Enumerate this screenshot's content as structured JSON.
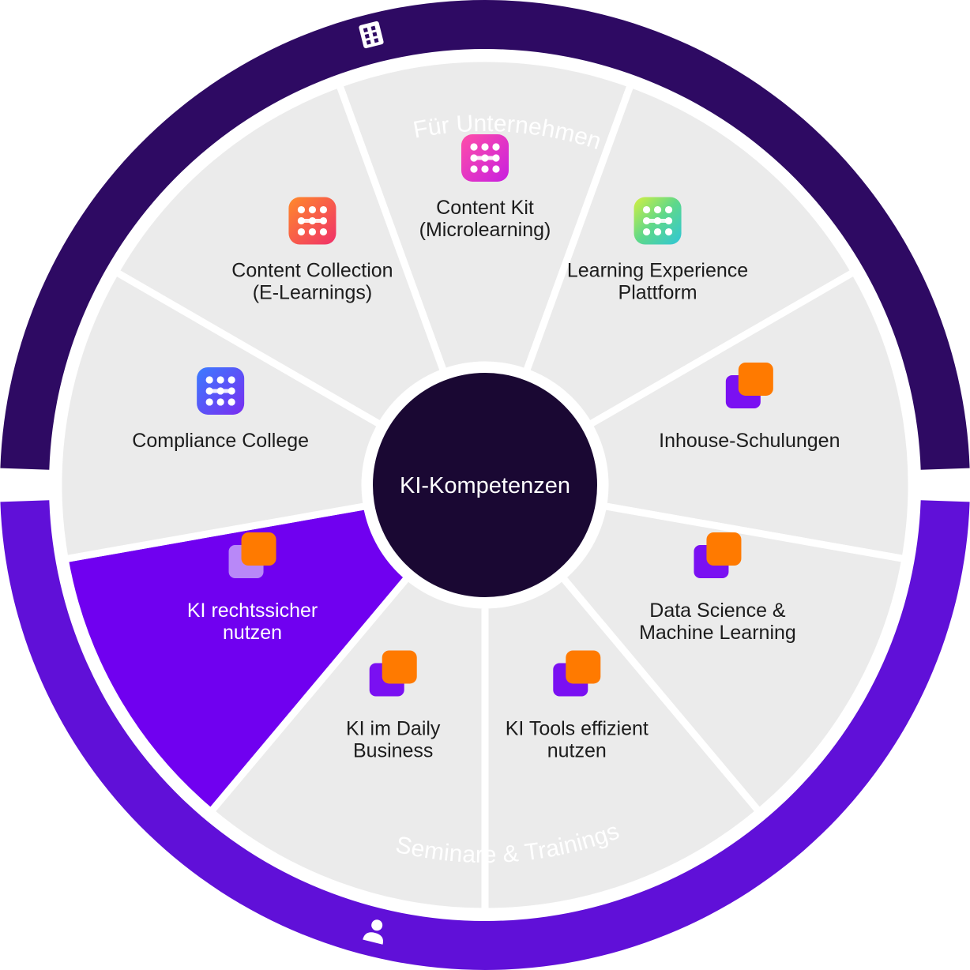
{
  "center": {
    "label": "KI-Kompetenzen",
    "color": "#1a0833"
  },
  "outer_ring": {
    "top": {
      "label": "Für Unternehmen",
      "icon": "building-icon",
      "color": "#2e0a63"
    },
    "bottom": {
      "label": "Seminare & Trainings",
      "icon": "person-icon",
      "color": "#6010d8"
    }
  },
  "segments": [
    {
      "key": "content-kit",
      "lines": [
        "Content Kit",
        "(Microlearning)"
      ],
      "icon": "content-kit-app-icon",
      "icon_style": "app-pink",
      "active": false
    },
    {
      "key": "learning-experience-plattform",
      "lines": [
        "Learning Experience",
        "Plattform"
      ],
      "icon": "lxp-app-icon",
      "icon_style": "app-green",
      "active": false
    },
    {
      "key": "inhouse-schulungen",
      "lines": [
        "Inhouse-Schulungen"
      ],
      "icon": "stacked-squares-icon",
      "icon_style": "stack",
      "active": false
    },
    {
      "key": "data-science-machine-learning",
      "lines": [
        "Data Science &",
        "Machine Learning"
      ],
      "icon": "stacked-squares-icon",
      "icon_style": "stack",
      "active": false
    },
    {
      "key": "ki-tools-effizient-nutzen",
      "lines": [
        "KI Tools effizient",
        "nutzen"
      ],
      "icon": "stacked-squares-icon",
      "icon_style": "stack",
      "active": false
    },
    {
      "key": "ki-im-daily-business",
      "lines": [
        "KI im Daily",
        "Business"
      ],
      "icon": "stacked-squares-icon",
      "icon_style": "stack",
      "active": false
    },
    {
      "key": "ki-rechtssicher-nutzen",
      "lines": [
        "KI rechtssicher",
        "nutzen"
      ],
      "icon": "stacked-squares-icon",
      "icon_style": "stack-active",
      "active": true
    },
    {
      "key": "compliance-college",
      "lines": [
        "Compliance College"
      ],
      "icon": "compliance-college-app-icon",
      "icon_style": "app-blue",
      "active": false
    },
    {
      "key": "content-collection",
      "lines": [
        "Content Collection",
        "(E-Learnings)"
      ],
      "icon": "content-collection-app-icon",
      "icon_style": "app-orange",
      "active": false
    }
  ],
  "colors": {
    "segment_fill": "#ebebeb",
    "segment_active_fill": "#7000f0",
    "stack_back": "#7a10f2",
    "stack_back_active": "#b888f8",
    "stack_front": "#ff7a00"
  }
}
